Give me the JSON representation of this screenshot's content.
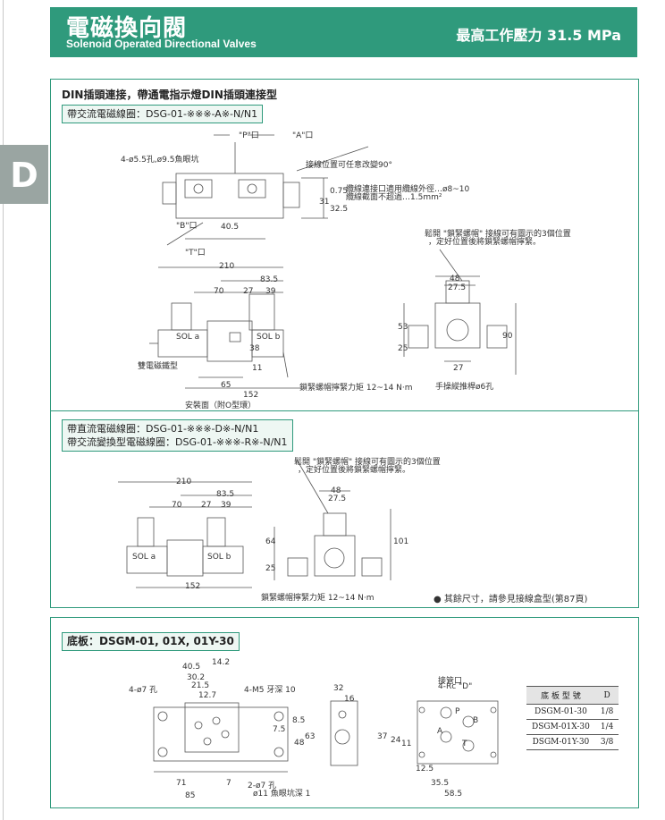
{
  "header": {
    "title_cn": "電磁換向閥",
    "title_en": "Solenoid Operated Directional Valves",
    "pressure": "最高工作壓力  31.5 MPa"
  },
  "side_tab": {
    "letter": "D"
  },
  "section1": {
    "title": "DIN插頭連接，帶通電指示燈DIN插頭連接型",
    "model": "帶交流電磁線圈：DSG-01-※※※-A※-N/N1",
    "labels": {
      "p_port": "\"P\"口",
      "a_port": "\"A\"口",
      "b_port": "\"B\"口",
      "t_port": "\"T\"口",
      "holes": "4-ø5.5孔,ø9.5魚眼坑",
      "rotate": "接線位置可任意改變90°",
      "cable": "纜線連接口適用纜線外徑…ø8~10",
      "cable2": "纜線截面不超過…1.5mm²",
      "loosen": "鬆開 \"鎖緊螺帽\" 接線可有圖示的3個位置",
      "loosen2": "，定好位置後將鎖緊螺帽擰緊。",
      "dual": "雙電磁鐵型",
      "nut": "鎖緊螺帽擰緊力矩 12~14 N·m",
      "mount": "安裝面（附O型環）",
      "manual": "手操縱推桿ø6孔",
      "sol_a": "SOL a",
      "sol_b": "SOL b",
      "d40": "40.5",
      "d210": "210",
      "d83": "83.5",
      "d70": "70",
      "d27": "27",
      "d39": "39",
      "d38": "38",
      "d11": "11",
      "d65": "65",
      "d152": "152",
      "d31": "31",
      "d075": "0.75",
      "d325": "32.5",
      "d48": "48",
      "d275": "27.5",
      "d53": "53",
      "d25": "25",
      "d90": "90",
      "d27b": "27"
    }
  },
  "section2": {
    "model_dc": "帶直流電磁線圈：DSG-01-※※※-D※-N/N1",
    "model_ac": "帶交流變換型電磁線圈：DSG-01-※※※-R※-N/N1",
    "labels": {
      "loosen": "鬆開 \"鎖緊螺帽\" 接線可有圖示的3個位置",
      "loosen2": "，定好位置後將鎖緊螺帽擰緊。",
      "nut": "鎖緊螺帽擰緊力矩 12~14 N·m",
      "sol_a": "SOL a",
      "sol_b": "SOL b",
      "d210": "210",
      "d83": "83.5",
      "d70": "70",
      "d27": "27",
      "d39": "39",
      "d152": "152",
      "d48": "48",
      "d275": "27.5",
      "d64": "64",
      "d25": "25",
      "d101": "101"
    },
    "footnote": "● 其餘尺寸，請參見接線盒型(第87頁)"
  },
  "section3": {
    "title": "底板：DSGM-01, 01X, 01Y-30",
    "labels": {
      "holes_a": "4-ø7 孔",
      "holes_b": "4-M5 牙深 10",
      "holes_c": "2-ø7 孔",
      "spot": "ø11 魚眼坑深 1",
      "port": "接管口",
      "port2": "4-Rc \"D\"",
      "d405": "40.5",
      "d142": "14.2",
      "d302": "30.2",
      "d215": "21.5",
      "d127": "12.7",
      "d71": "71",
      "d7": "7",
      "d85": "85",
      "d32": "32",
      "d16": "16",
      "d63": "63",
      "d48": "48",
      "d75": "7.5",
      "d85v": "8.5",
      "d37": "37",
      "d24": "24",
      "d11": "11",
      "d125": "12.5",
      "d355": "35.5",
      "d585": "58.5",
      "p": "P",
      "a": "A",
      "b": "B",
      "t": "T"
    },
    "table": {
      "headers": [
        "底 板 型 號",
        "D"
      ],
      "rows": [
        [
          "DSGM-01-30",
          "1/8"
        ],
        [
          "DSGM-01X-30",
          "1/4"
        ],
        [
          "DSGM-01Y-30",
          "3/8"
        ]
      ]
    }
  },
  "colors": {
    "brand": "#2f9a7c",
    "tab": "#9aa5a2"
  }
}
